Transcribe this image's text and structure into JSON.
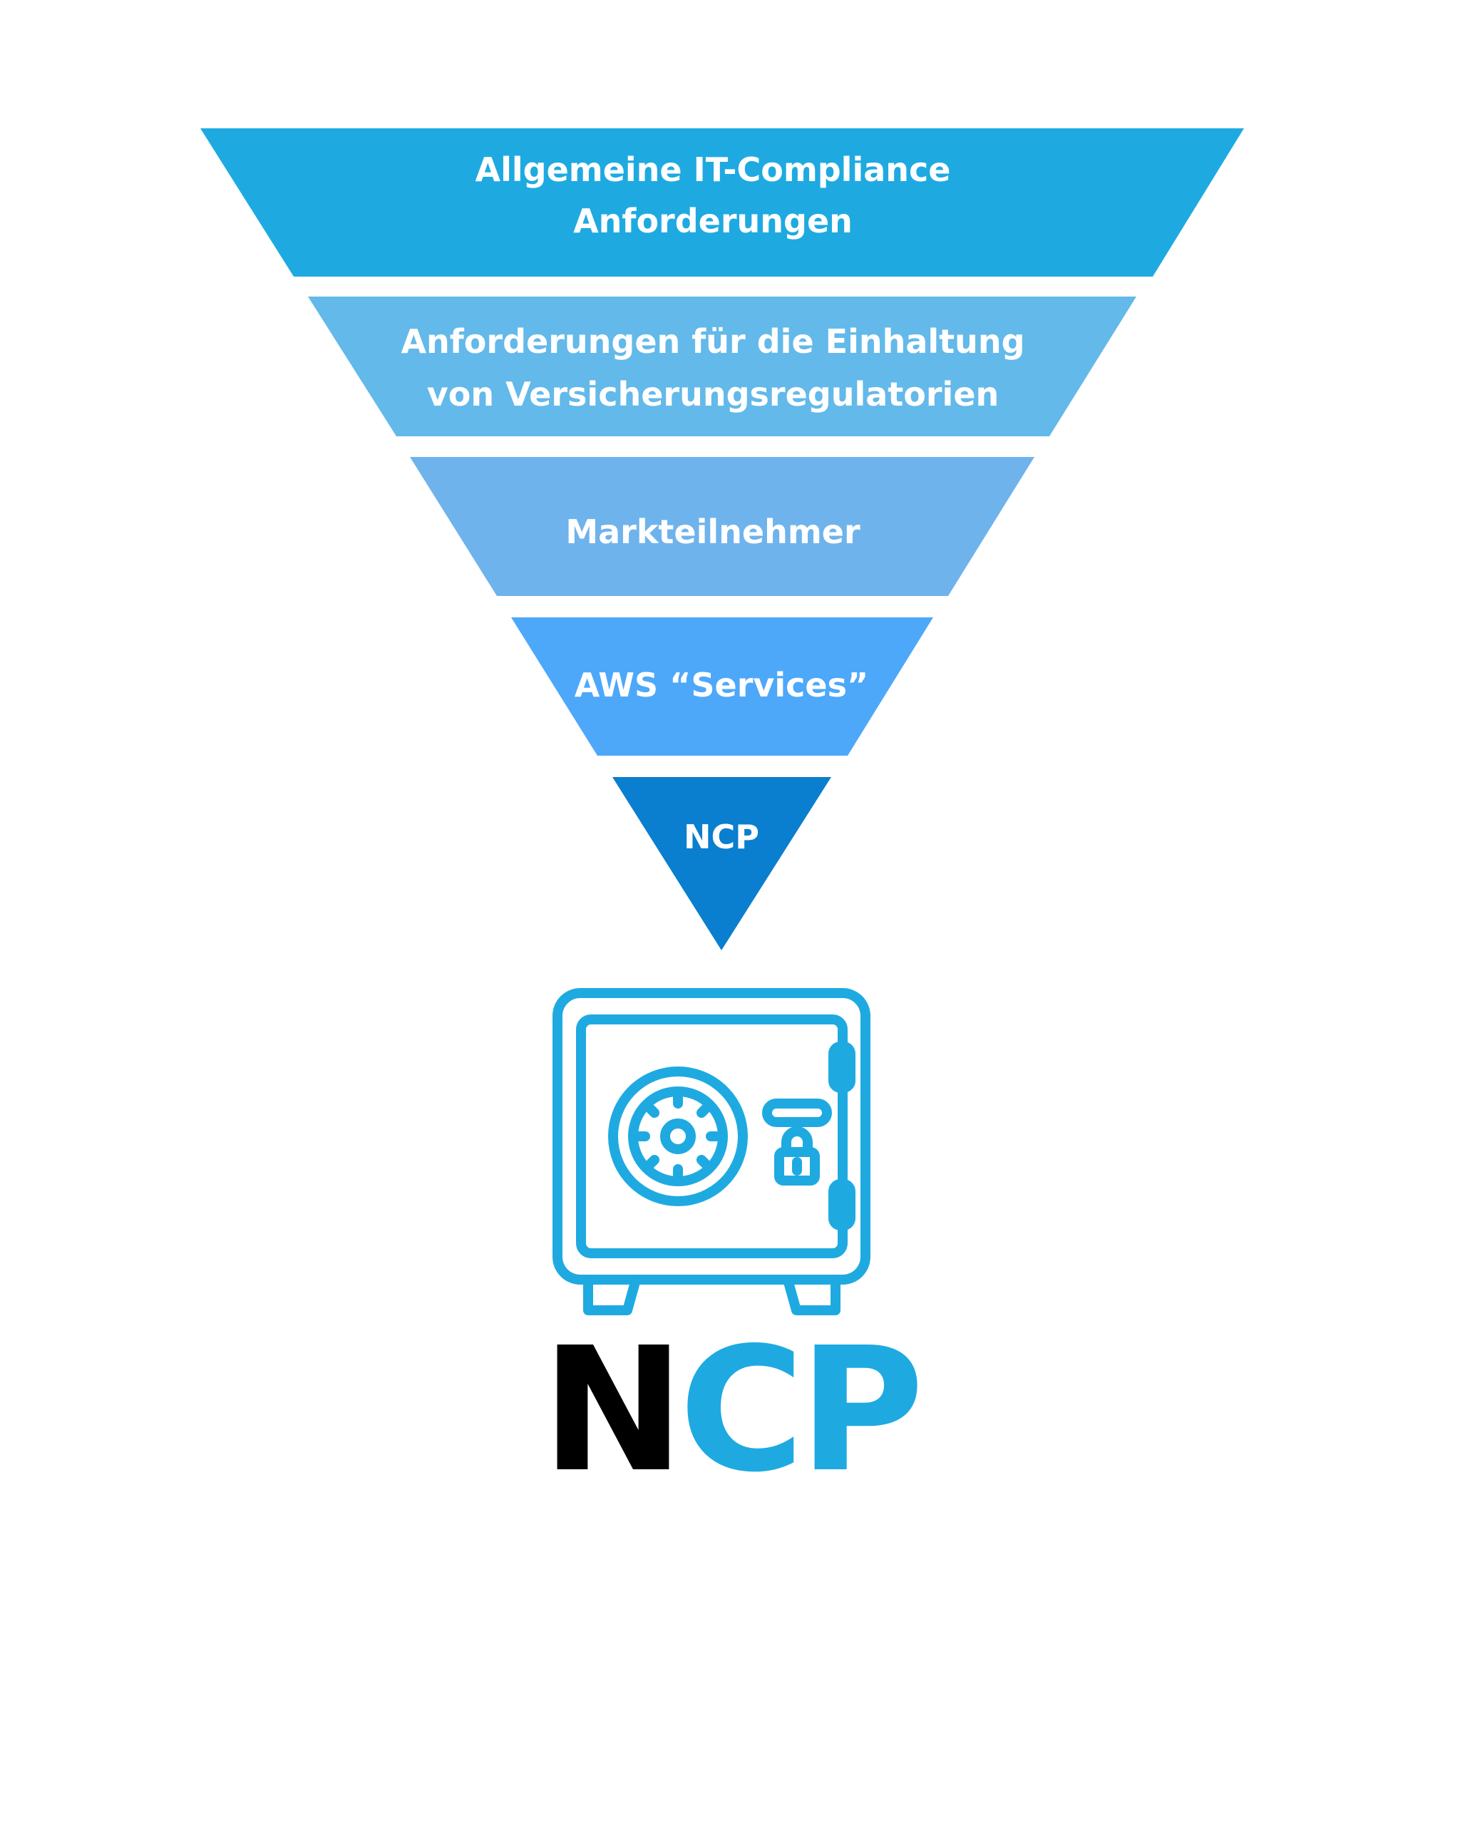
{
  "funnel": {
    "levels": [
      {
        "line1": "Allgemeine IT-Compliance",
        "line2": "Anforderungen",
        "color": "#1EAAE1"
      },
      {
        "line1": "Anforderungen für die Einhaltung",
        "line2": "von Versicherungsregulatorien",
        "color": "#63B9E9"
      },
      {
        "line1": "Markteilnehmer",
        "color": "#6FB3EC"
      },
      {
        "line1": "AWS “Services”",
        "color": "#4DA8FA"
      },
      {
        "line1": "NCP",
        "color": "#0A7ECF"
      }
    ]
  },
  "icon": {
    "name": "safe-icon",
    "color": "#1EAAE1"
  },
  "logo": {
    "part1": "N",
    "part2": "CP",
    "part1_color": "#000000",
    "part2_color": "#1EAAE1"
  }
}
